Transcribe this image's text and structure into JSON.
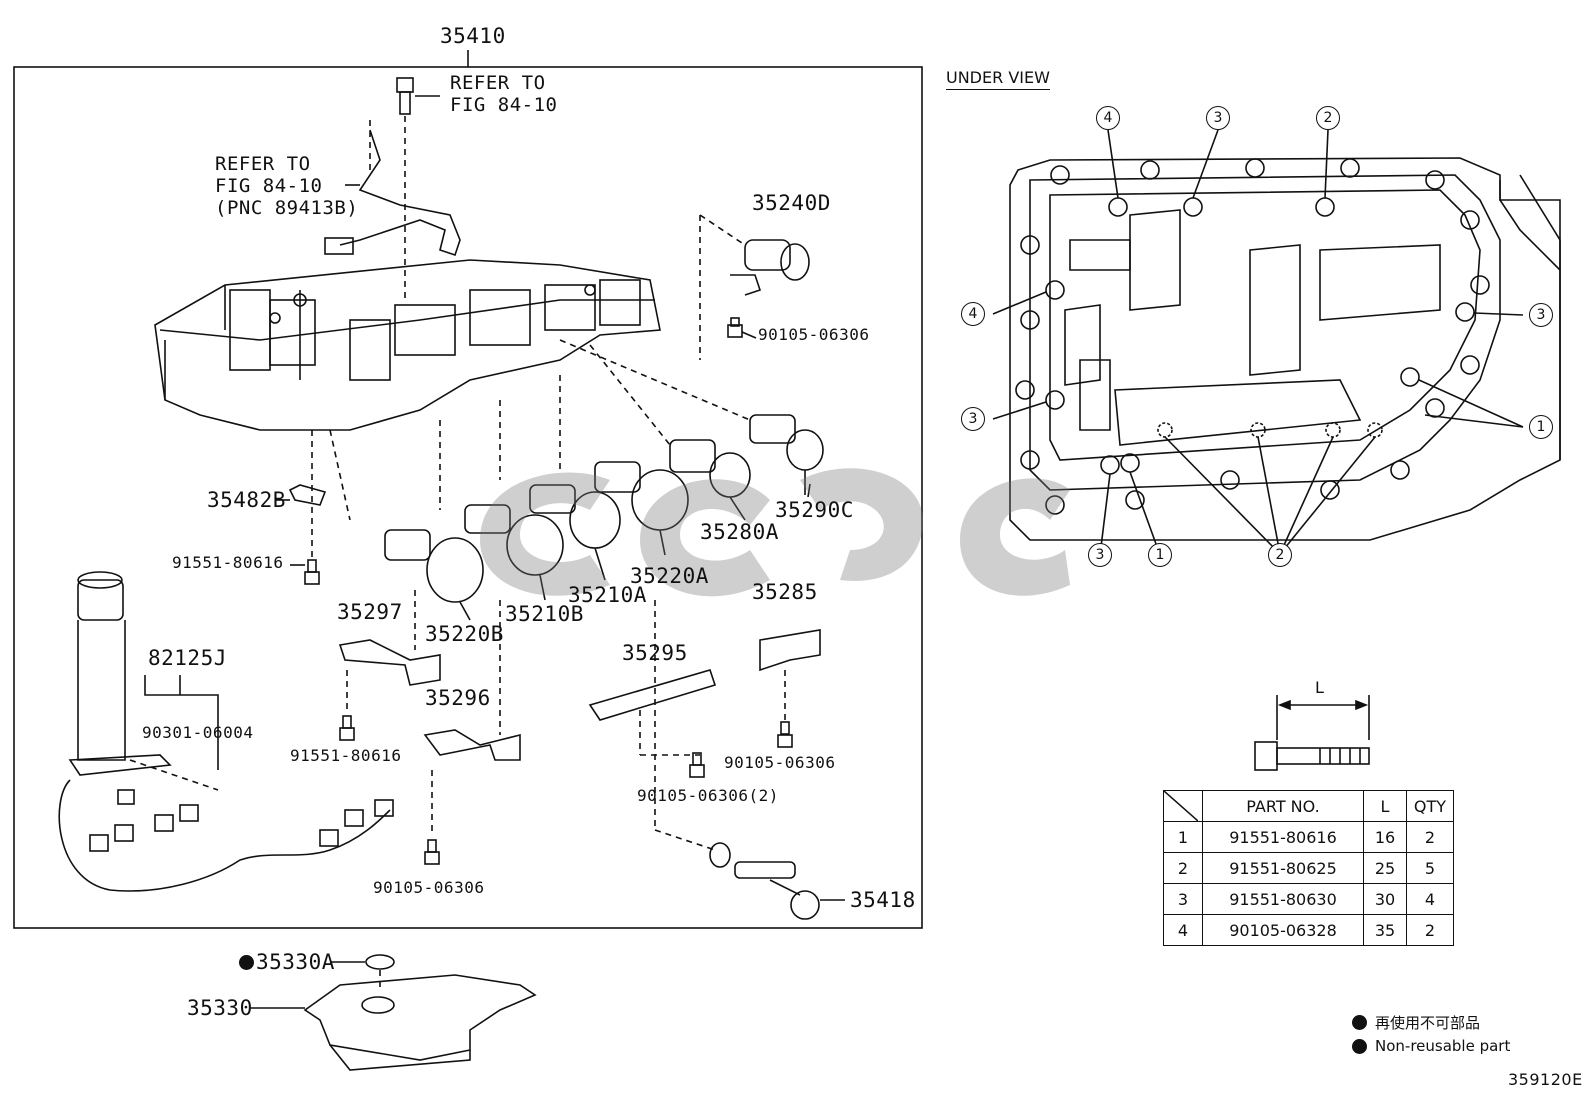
{
  "title_part": "35410",
  "refer_top": [
    "REFER TO",
    "FIG 84-10"
  ],
  "refer_left": [
    "REFER TO",
    "FIG 84-10",
    "(PNC 89413B)"
  ],
  "labels": {
    "p35240D": "35240D",
    "p90105_a": "90105-06306",
    "p35482B": "35482B",
    "p91551_a": "91551-80616",
    "p35290C": "35290C",
    "p35280A": "35280A",
    "p35220A": "35220A",
    "p35210A": "35210A",
    "p35210B": "35210B",
    "p35220B": "35220B",
    "p35297": "35297",
    "p35285": "35285",
    "p35295": "35295",
    "p82125J": "82125J",
    "p90301": "90301-06004",
    "p35296": "35296",
    "p91551_b": "91551-80616",
    "p90105_b": "90105-06306",
    "p90105_c": "90105-06306(2)",
    "p90105_d": "90105-06306",
    "p35418": "35418",
    "p35330A": "35330A",
    "p35330": "35330"
  },
  "under_view": "UNDER VIEW",
  "callouts": [
    "4",
    "3",
    "2",
    "4",
    "3",
    "3",
    "1",
    "3",
    "1",
    "2"
  ],
  "dim_label": "L",
  "table": {
    "headers": [
      "PART NO.",
      "L",
      "QTY"
    ],
    "rows": [
      {
        "n": "1",
        "part": "91551-80616",
        "l": "16",
        "qty": "2"
      },
      {
        "n": "2",
        "part": "91551-80625",
        "l": "25",
        "qty": "5"
      },
      {
        "n": "3",
        "part": "91551-80630",
        "l": "30",
        "qty": "4"
      },
      {
        "n": "4",
        "part": "90105-06328",
        "l": "35",
        "qty": "2"
      }
    ]
  },
  "legend": [
    "再使用不可部品",
    "Non-reusable part"
  ],
  "figure_code": "359120E"
}
